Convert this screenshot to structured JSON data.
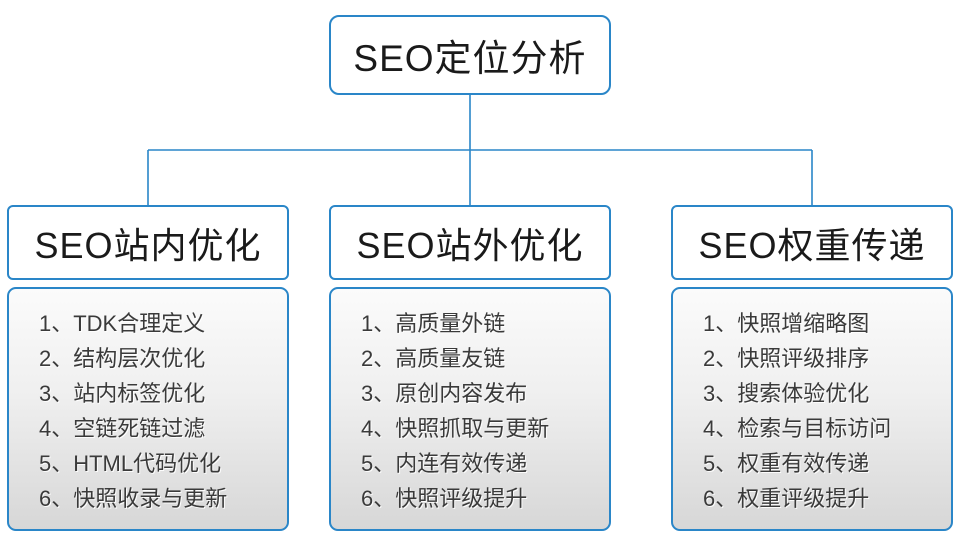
{
  "diagram": {
    "root": {
      "title": "SEO定位分析"
    },
    "branches": [
      {
        "title": "SEO站内优化",
        "items": [
          "1、TDK合理定义",
          "2、结构层次优化",
          "3、站内标签优化",
          "4、空链死链过滤",
          "5、HTML代码优化",
          "6、快照收录与更新"
        ]
      },
      {
        "title": "SEO站外优化",
        "items": [
          "1、高质量外链",
          "2、高质量友链",
          "3、原创内容发布",
          "4、快照抓取与更新",
          "5、内连有效传递",
          "6、快照评级提升"
        ]
      },
      {
        "title": "SEO权重传递",
        "items": [
          "1、快照增缩略图",
          "2、快照评级排序",
          "3、搜索体验优化",
          "4、检索与目标访问",
          "5、权重有效传递",
          "6、权重评级提升"
        ]
      }
    ],
    "colors": {
      "accent": "#2A86C8",
      "title_text": "#1a1a1a",
      "list_text": "#3a3a3a",
      "list_bg_top": "#fbfbfb",
      "list_bg_bottom": "#d7d7d7"
    }
  }
}
